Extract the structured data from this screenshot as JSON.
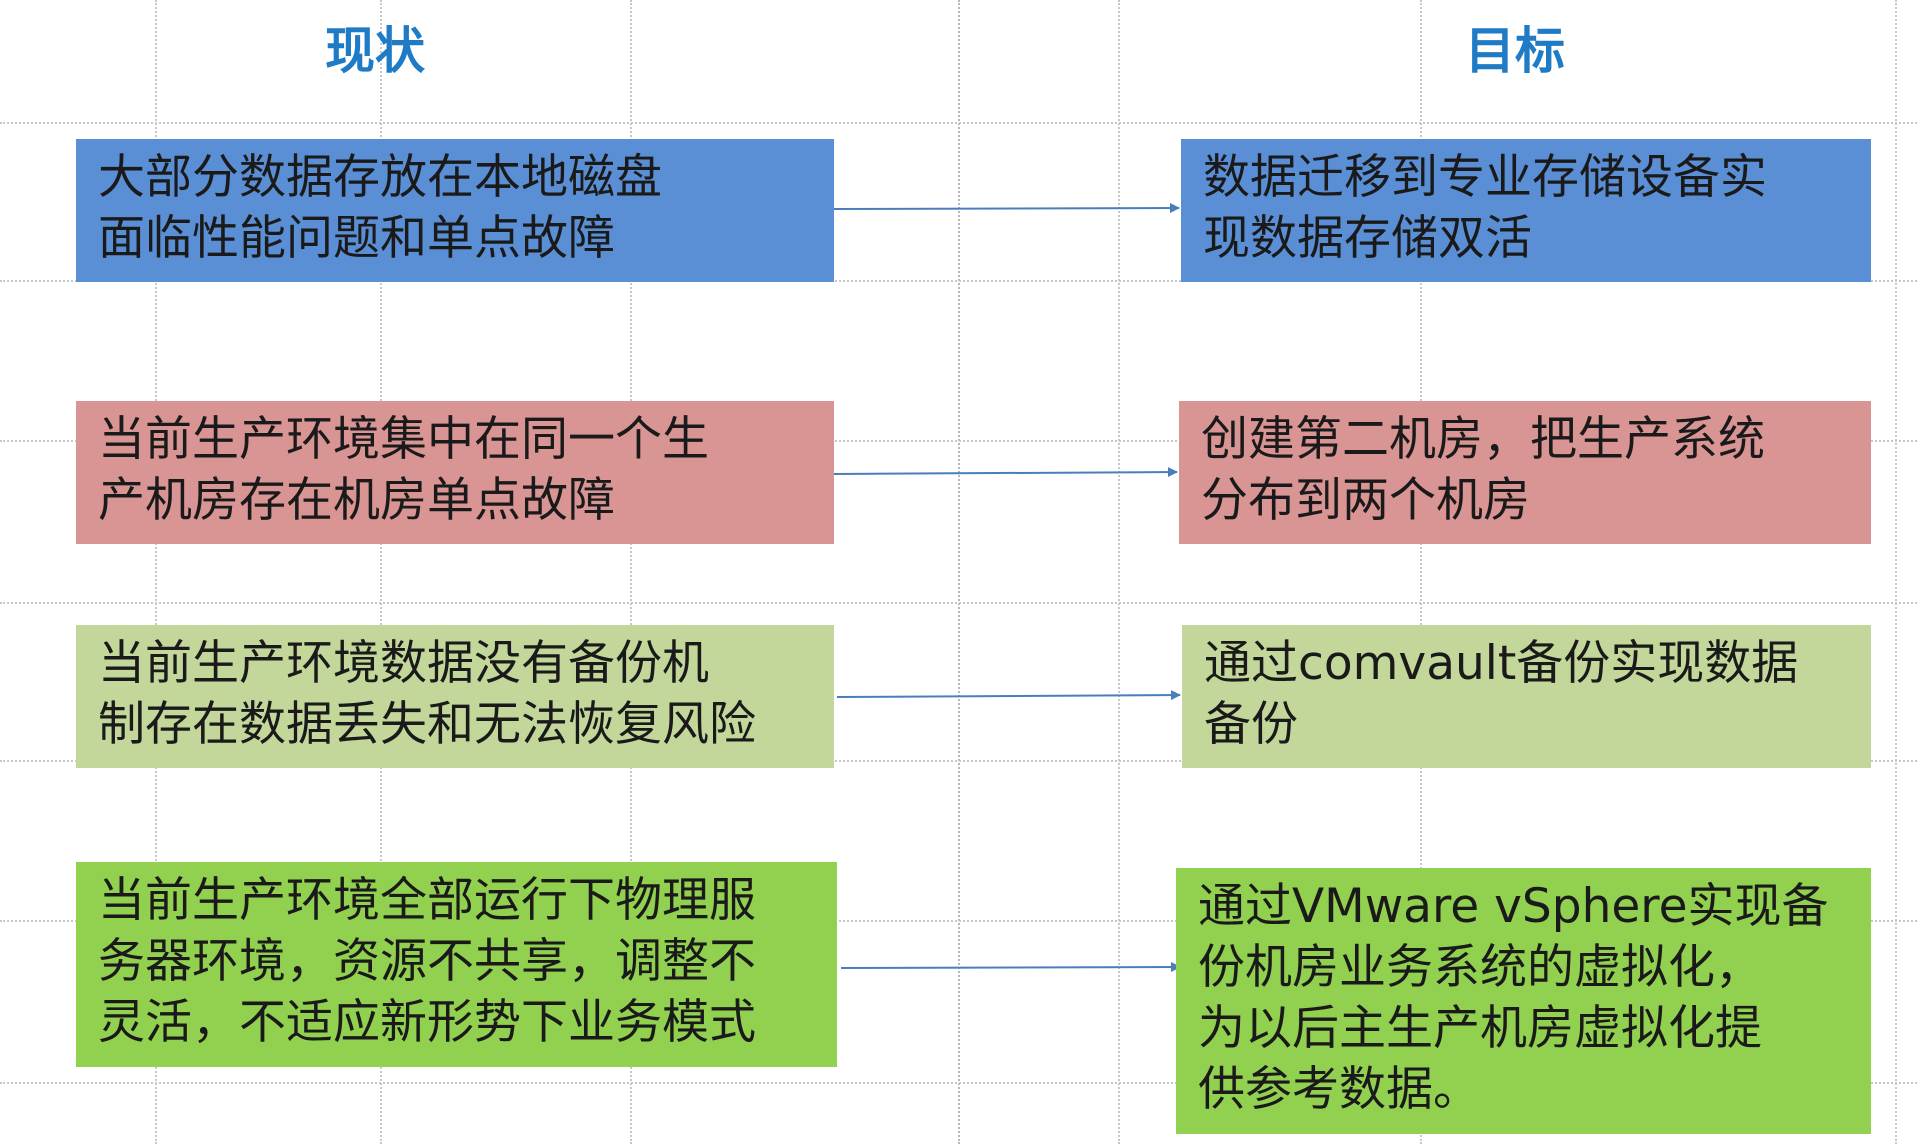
{
  "headings": {
    "current": "现状",
    "target": "目标"
  },
  "colors": {
    "heading": "#1f7bc6",
    "arrow": "#4a7ebb",
    "guide": "#c8c8c8",
    "row1": "#5a8fd6",
    "row2": "#d99594",
    "row3": "#c4d79b",
    "row4": "#92d050"
  },
  "rows": [
    {
      "current": [
        "大部分数据存放在本地磁盘",
        "面临性能问题和单点故障"
      ],
      "target": [
        "数据迁移到专业存储设备实",
        "现数据存储双活"
      ]
    },
    {
      "current": [
        "当前生产环境集中在同一个生",
        "产机房存在机房单点故障"
      ],
      "target": [
        "创建第二机房，把生产系统",
        "分布到两个机房"
      ]
    },
    {
      "current": [
        "当前生产环境数据没有备份机",
        "制存在数据丢失和无法恢复风险"
      ],
      "target": [
        "通过comvault备份实现数据",
        "备份"
      ]
    },
    {
      "current": [
        "当前生产环境全部运行下物理服",
        "务器环境，资源不共享，调整不",
        "灵活，不适应新形势下业务模式"
      ],
      "target": [
        "通过VMware vSphere实现备",
        "份机房业务系统的虚拟化，",
        "为以后主生产机房虚拟化提",
        "供参考数据。"
      ]
    }
  ]
}
